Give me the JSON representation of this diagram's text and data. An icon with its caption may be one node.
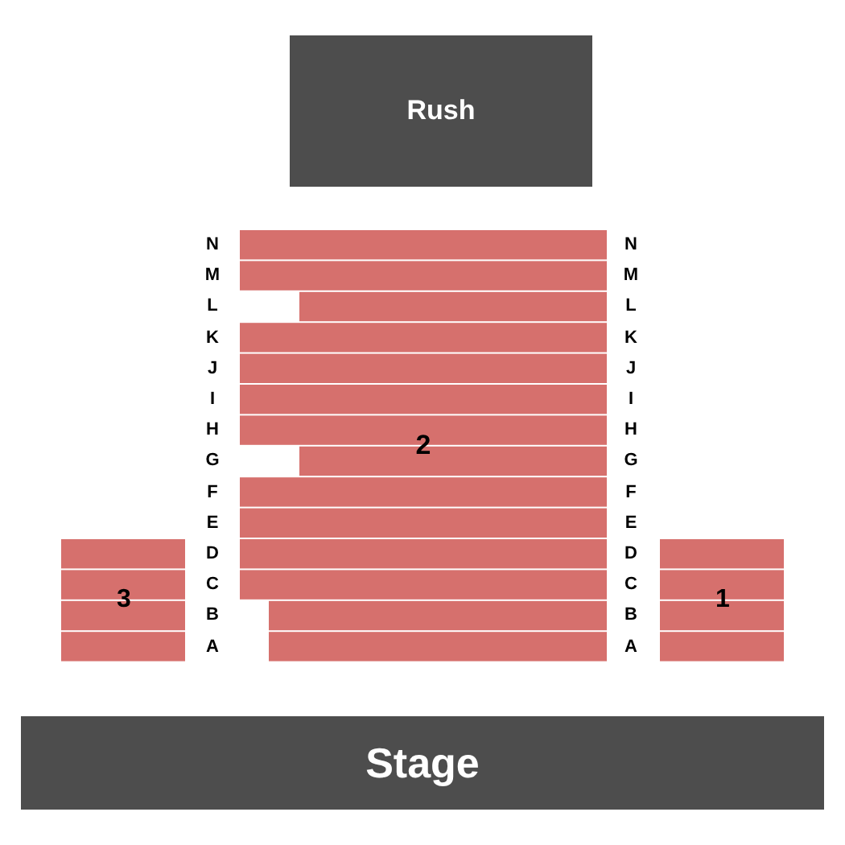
{
  "diagram": {
    "nodes": [
      {
        "text": [
          "Rush"
        ]
      },
      {
        "text": [
          "2"
        ]
      },
      {
        "text": [
          "3"
        ]
      },
      {
        "text": [
          "1"
        ]
      },
      {
        "text": [
          "Stage"
        ]
      }
    ],
    "labels": [
      "N",
      "N",
      "M",
      "M",
      "L",
      "L",
      "K",
      "K",
      "J",
      "J",
      "I",
      "I",
      "H",
      "H",
      "G",
      "G",
      "F",
      "F",
      "E",
      "E",
      "D",
      "D",
      "C",
      "C",
      "B",
      "B",
      "A",
      "A"
    ]
  }
}
